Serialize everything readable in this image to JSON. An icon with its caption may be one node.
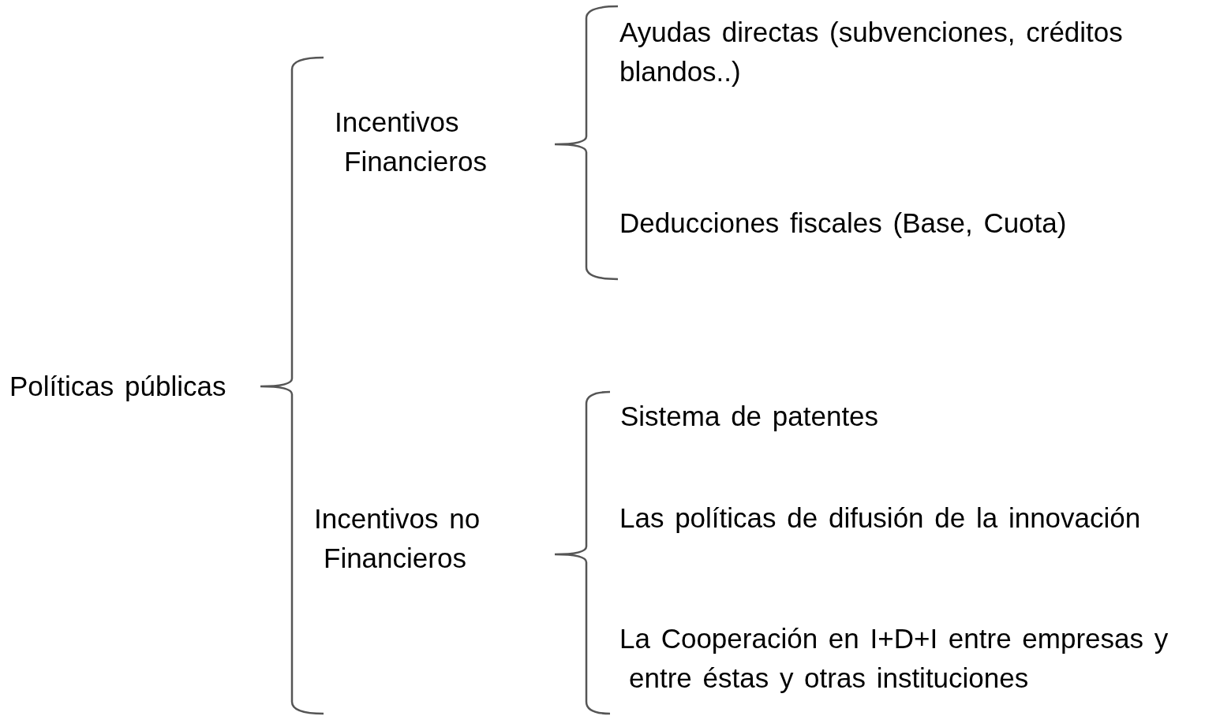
{
  "diagram": {
    "labels": [
      "Políticas públicas",
      "Incentivos Financieros",
      "Ayudas directas (subvenciones, créditos blandos..)",
      "Deducciones fiscales (Base, Cuota)",
      "Incentivos no Financieros",
      "Sistema de patentes",
      "Las políticas de difusión de la innovación",
      "La Cooperación en I+D+I entre empresas y entre éstas y otras instituciones"
    ]
  }
}
